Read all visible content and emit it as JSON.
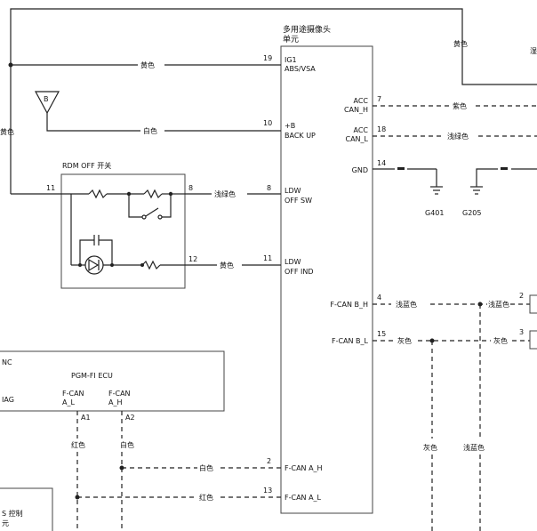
{
  "camera_unit": {
    "title_line1": "多用途摄像头",
    "title_line2": "单元",
    "pins": [
      {
        "num": "19",
        "label1": "IG1",
        "label2": "ABS/VSA"
      },
      {
        "num": "10",
        "label1": "+B",
        "label2": "BACK UP"
      },
      {
        "num": "8",
        "label1": "LDW",
        "label2": "OFF SW"
      },
      {
        "num": "11",
        "label1": "LDW",
        "label2": "OFF IND"
      },
      {
        "num": "7",
        "label1": "ACC",
        "label2": "CAN_H"
      },
      {
        "num": "18",
        "label1": "ACC",
        "label2": "CAN_L"
      },
      {
        "num": "14",
        "label1": "GND",
        "label2": ""
      },
      {
        "num": "4",
        "label1": "F-CAN B_H",
        "label2": ""
      },
      {
        "num": "15",
        "label1": "F-CAN B_L",
        "label2": ""
      },
      {
        "num": "2",
        "label1": "F-CAN A_H",
        "label2": ""
      },
      {
        "num": "13",
        "label1": "F-CAN A_L",
        "label2": ""
      }
    ]
  },
  "wire_colors": {
    "yellow": "黄色",
    "white": "白色",
    "purple": "紫色",
    "light_green": "浅绿色",
    "light_blue": "浅蓝色",
    "gray": "灰色",
    "red": "红色"
  },
  "switch": {
    "title": "RDM OFF 开关",
    "pin_left": "11",
    "pin_top": "8",
    "pin_bottom": "12"
  },
  "battery_symbol": "B",
  "grounds": [
    "G401",
    "G205"
  ],
  "ecu": {
    "title": "PGM-FI ECU",
    "left_partial_top": "NC",
    "left_partial_bottom": "IAG",
    "col1_line1": "F-CAN",
    "col1_line2": "A_L",
    "col2_line1": "F-CAN",
    "col2_line2": "A_H",
    "pin1": "A1",
    "pin2": "A2"
  },
  "right_edge": {
    "top_partial": "湿",
    "pin_a": "2",
    "pin_b": "3"
  },
  "bottom_left": {
    "line1": "S 控制",
    "line2": "元"
  }
}
